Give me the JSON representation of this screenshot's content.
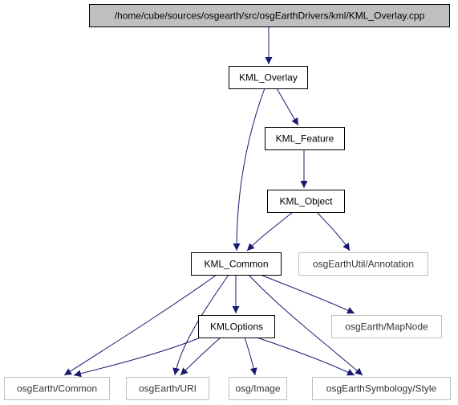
{
  "graph": {
    "nodes": [
      {
        "id": "root",
        "label": "/home/cube/sources/osgearth/src/osgEarthDrivers/kml/KML_Overlay.cpp",
        "kind": "root"
      },
      {
        "id": "kml_overlay",
        "label": "KML_Overlay",
        "kind": "internal"
      },
      {
        "id": "kml_feature",
        "label": "KML_Feature",
        "kind": "internal"
      },
      {
        "id": "kml_object",
        "label": "KML_Object",
        "kind": "internal"
      },
      {
        "id": "annotation",
        "label": "osgEarthUtil/Annotation",
        "kind": "external"
      },
      {
        "id": "kml_common",
        "label": "KML_Common",
        "kind": "internal"
      },
      {
        "id": "mapnode",
        "label": "osgEarth/MapNode",
        "kind": "external"
      },
      {
        "id": "kml_options",
        "label": "KMLOptions",
        "kind": "internal"
      },
      {
        "id": "common",
        "label": "osgEarth/Common",
        "kind": "external"
      },
      {
        "id": "uri",
        "label": "osgEarth/URI",
        "kind": "external"
      },
      {
        "id": "image",
        "label": "osg/Image",
        "kind": "external"
      },
      {
        "id": "style",
        "label": "osgEarthSymbology/Style",
        "kind": "external"
      }
    ],
    "edges": [
      {
        "from": "root",
        "to": "kml_overlay"
      },
      {
        "from": "kml_overlay",
        "to": "kml_feature"
      },
      {
        "from": "kml_overlay",
        "to": "kml_common"
      },
      {
        "from": "kml_feature",
        "to": "kml_object"
      },
      {
        "from": "kml_object",
        "to": "kml_common"
      },
      {
        "from": "kml_object",
        "to": "annotation"
      },
      {
        "from": "kml_common",
        "to": "kml_options"
      },
      {
        "from": "kml_common",
        "to": "mapnode"
      },
      {
        "from": "kml_common",
        "to": "common"
      },
      {
        "from": "kml_common",
        "to": "uri"
      },
      {
        "from": "kml_common",
        "to": "style"
      },
      {
        "from": "kml_options",
        "to": "common"
      },
      {
        "from": "kml_options",
        "to": "uri"
      },
      {
        "from": "kml_options",
        "to": "image"
      },
      {
        "from": "kml_options",
        "to": "style"
      }
    ]
  },
  "colors": {
    "root_fill": "#bfbfbf",
    "root_border": "#000000",
    "internal_fill": "#ffffff",
    "internal_border": "#000000",
    "external_fill": "#ffffff",
    "external_border": "#bfbfbf",
    "edge": "#191970",
    "text": "#000000"
  }
}
